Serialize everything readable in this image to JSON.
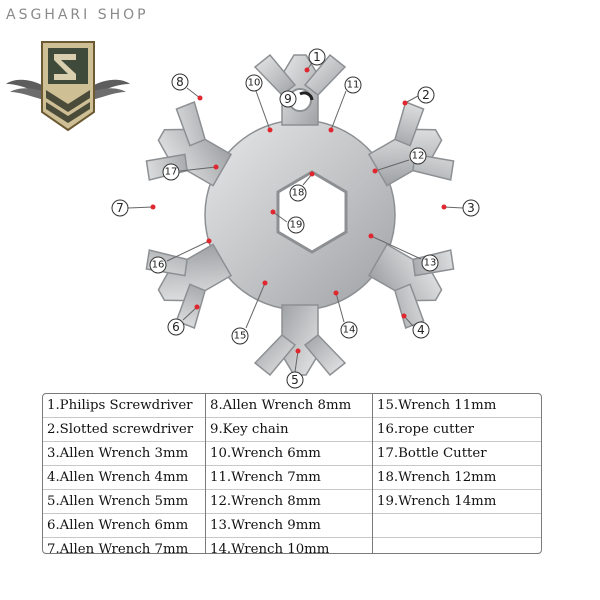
{
  "brand": {
    "shop_name": "ASGHARI SHOP"
  },
  "colors": {
    "accent_red": "#e0262f",
    "steel": "#c9cbcd",
    "text": "#111111",
    "border": "#7a7a7a"
  },
  "callouts": [
    "1",
    "2",
    "3",
    "4",
    "5",
    "6",
    "7",
    "8",
    "9",
    "10",
    "11",
    "12",
    "13",
    "14",
    "15",
    "16",
    "17",
    "18",
    "19"
  ],
  "legend": {
    "columns": [
      [
        "1.Philips Screwdriver",
        "2.Slotted screwdriver",
        "3.Allen Wrench 3mm",
        "4.Allen Wrench 4mm",
        "5.Allen Wrench 5mm",
        "6.Allen Wrench 6mm",
        "7.Allen Wrench 7mm"
      ],
      [
        "8.Allen Wrench 8mm",
        "9.Key chain",
        "10.Wrench 6mm",
        "11.Wrench 7mm",
        "12.Wrench 8mm",
        "13.Wrench 9mm",
        "14.Wrench 10mm"
      ],
      [
        "15.Wrench 11mm",
        "16.rope cutter",
        "17.Bottle Cutter",
        "18.Wrench 12mm",
        "19.Wrench 14mm",
        "",
        " "
      ]
    ]
  }
}
